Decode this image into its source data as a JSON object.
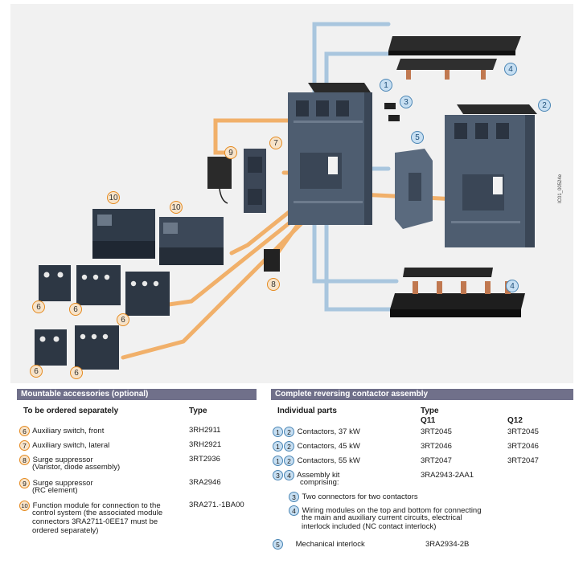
{
  "figure": {
    "callouts": [
      "1",
      "2",
      "3",
      "4",
      "4",
      "5",
      "7",
      "9",
      "10",
      "10",
      "6",
      "6",
      "6",
      "6",
      "6",
      "8"
    ],
    "doc_code": "IC01_00524e"
  },
  "left_panel": {
    "title": "Mountable accessories (optional)",
    "col_item": "To be ordered separately",
    "col_type": "Type",
    "rows": [
      {
        "num": "6",
        "label": "Auxiliary switch, front",
        "type": "3RH2911"
      },
      {
        "num": "7",
        "label": "Auxiliary switch, lateral",
        "type": "3RH2921"
      },
      {
        "num": "8",
        "label": "Surge suppressor",
        "label2": "(Varistor, diode assembly)",
        "type": "3RT2936"
      },
      {
        "num": "9",
        "label": "Surge suppressor",
        "label2": "(RC element)",
        "type": "3RA2946"
      },
      {
        "num": "10",
        "label": "Function module for connection to the",
        "label2": "control system (the associated module",
        "label3": "connectors 3RA2711-0EE17 must be",
        "label4": "ordered separately)",
        "type": "3RA271.-1BA00"
      }
    ]
  },
  "right_panel": {
    "title": "Complete reversing contactor assembly",
    "col_item": "Individual parts",
    "col_type": "Type",
    "col_q11": "Q11",
    "col_q12": "Q12",
    "contactor_rows": [
      {
        "n1": "1",
        "n2": "2",
        "label": "Contactors, 37 kW",
        "q11": "3RT2045",
        "q12": "3RT2045"
      },
      {
        "n1": "1",
        "n2": "2",
        "label": "Contactors, 45 kW",
        "q11": "3RT2046",
        "q12": "3RT2046"
      },
      {
        "n1": "1",
        "n2": "2",
        "label": "Contactors, 55 kW",
        "q11": "3RT2047",
        "q12": "3RT2047"
      }
    ],
    "kit": {
      "n1": "3",
      "n2": "4",
      "label": "Assembly kit",
      "label2": "comprising:",
      "type": "3RA2943-2AA1"
    },
    "sub3": {
      "num": "3",
      "text": "Two connectors for two contactors"
    },
    "sub4": {
      "num": "4",
      "text": "Wiring modules on the top and bottom for connecting",
      "text2": "the main and auxiliary current circuits, electrical",
      "text3": "interlock included (NC contact interlock)"
    },
    "interlock": {
      "num": "5",
      "label": "Mechanical interlock",
      "type": "3RA2934-2B"
    }
  },
  "colors": {
    "header_bg": "#70708a",
    "orange": "#e58a1f",
    "blue": "#4b86b5",
    "device": "#4e5d70"
  }
}
